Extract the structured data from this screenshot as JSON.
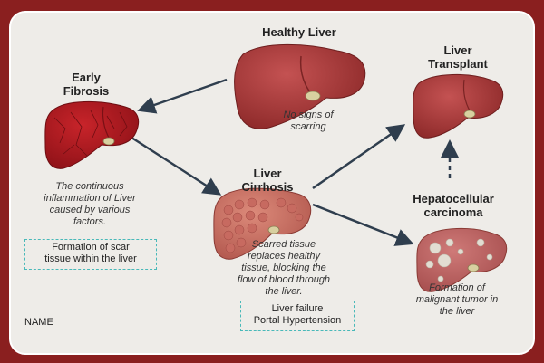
{
  "stages": {
    "healthy": {
      "title": "Healthy Liver",
      "desc_line1": "No signs of",
      "desc_line2": "scarring"
    },
    "fibrosis": {
      "title_line1": "Early",
      "title_line2": "Fibrosis",
      "desc_line1": "The continuous",
      "desc_line2": "inflammation of Liver",
      "desc_line3": "caused by various",
      "desc_line4": "factors.",
      "box_line1": "Formation of scar",
      "box_line2": "tissue within the liver"
    },
    "cirrhosis": {
      "title_line1": "Liver",
      "title_line2": "Cirrhosis",
      "desc_line1": "Scarred tissue",
      "desc_line2": "replaces healthy",
      "desc_line3": "tissue, blocking the",
      "desc_line4": "flow of blood through",
      "desc_line5": "the liver.",
      "box_line1": "Liver failure",
      "box_line2": "Portal Hypertension"
    },
    "transplant": {
      "title_line1": "Liver",
      "title_line2": "Transplant"
    },
    "carcinoma": {
      "title_line1": "Hepatocellular",
      "title_line2": "carcinoma",
      "desc_line1": "Formation of",
      "desc_line2": "malignant tumor in",
      "desc_line3": "the liver"
    }
  },
  "footer": {
    "name": "NAME"
  },
  "colors": {
    "frame": "#8a1f1f",
    "background": "#eeece8",
    "liver": "#a83838",
    "liver_dark": "#7a2424",
    "liver_light": "#c96060",
    "box_border": "#49b9b9",
    "arrow": "#2f3e4e",
    "gallbladder": "#d8d0a0"
  }
}
